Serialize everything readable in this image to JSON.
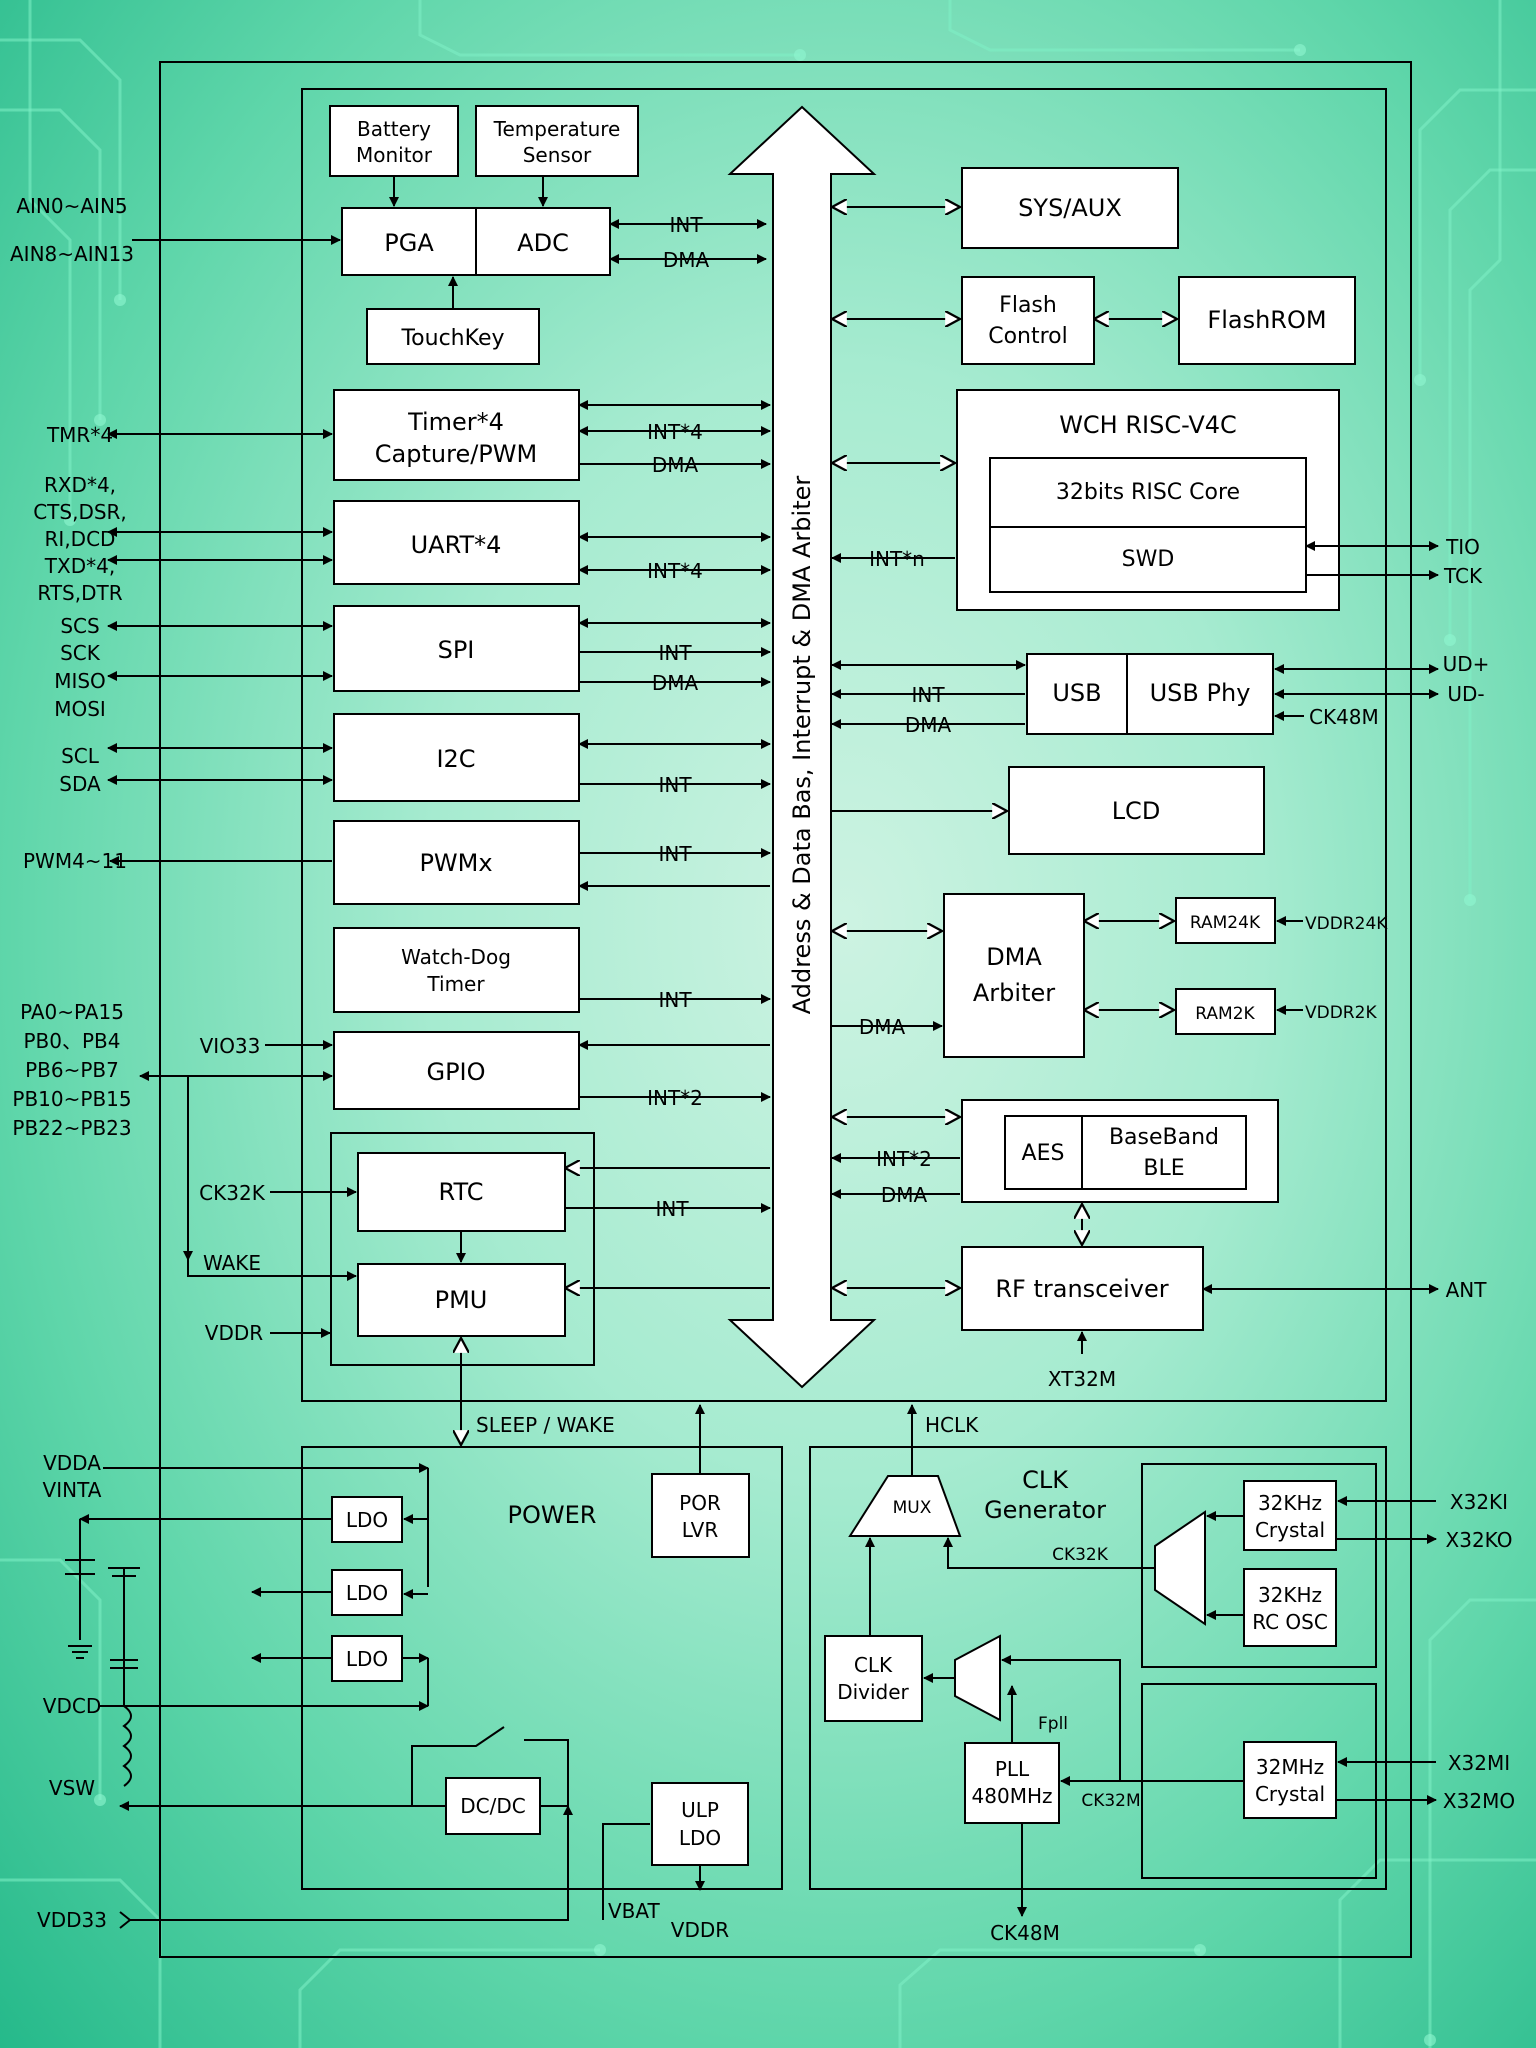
{
  "blocks": {
    "battery": [
      "Battery",
      "Monitor"
    ],
    "temp": [
      "Temperature",
      "Sensor"
    ],
    "pga": "PGA",
    "adc": "ADC",
    "touchkey": "TouchKey",
    "timer": [
      "Timer*4",
      "Capture/PWM"
    ],
    "uart": "UART*4",
    "spi": "SPI",
    "i2c": "I2C",
    "pwmx": "PWMx",
    "watchdog": [
      "Watch-Dog",
      "Timer"
    ],
    "gpio": "GPIO",
    "rtc": "RTC",
    "pmu": "PMU",
    "sysaux": "SYS/AUX",
    "flashctl": [
      "Flash",
      "Control"
    ],
    "flashrom": "FlashROM",
    "cpu": "WCH RISC-V4C",
    "core": "32bits RISC Core",
    "swd": "SWD",
    "usb": "USB",
    "usbphy": "USB Phy",
    "lcd": "LCD",
    "dma": [
      "DMA",
      "Arbiter"
    ],
    "ram24": "RAM24K",
    "ram2": "RAM2K",
    "aes": "AES",
    "baseband": [
      "BaseBand",
      "BLE"
    ],
    "rf": "RF transceiver",
    "bus": "Address & Data Bas, Interrupt & DMA Arbiter",
    "power": "POWER",
    "por": [
      "POR",
      "LVR"
    ],
    "ldo": "LDO",
    "dcdc": "DC/DC",
    "ulp": [
      "ULP",
      "LDO"
    ],
    "clkgen": [
      "CLK",
      "Generator"
    ],
    "mux": "MUX",
    "clkdiv": [
      "CLK",
      "Divider"
    ],
    "pll": [
      "PLL",
      "480MHz"
    ],
    "xt32k": [
      "32KHz",
      "Crystal"
    ],
    "osc32k": [
      "32KHz",
      "RC OSC"
    ],
    "xt32m": [
      "32MHz",
      "Crystal"
    ]
  },
  "signals": {
    "int": "INT",
    "int4": "INT*4",
    "int2": "INT*2",
    "intn": "INT*n",
    "dmasig": "DMA",
    "ck48m": "CK48M",
    "vddr24k": "VDDR24K",
    "vddr2k": "VDDR2K",
    "xt32m_in": "XT32M",
    "sleepwake": "SLEEP / WAKE",
    "hclk": "HCLK",
    "ck32k": "CK32K",
    "ck32m": "CK32M",
    "fpll": "Fpll",
    "vbat": "VBAT",
    "vddr": "VDDR"
  },
  "pins_left": {
    "ain": [
      "AIN0~AIN5",
      "AIN8~AIN13"
    ],
    "tmr": "TMR*4",
    "uart": [
      "RXD*4,",
      "CTS,DSR,",
      "RI,DCD",
      "TXD*4,",
      "RTS,DTR"
    ],
    "spi": [
      "SCS",
      "SCK",
      "MISO",
      "MOSI"
    ],
    "i2c": [
      "SCL",
      "SDA"
    ],
    "pwm": "PWM4~11",
    "pa": [
      "PA0~PA15",
      "PB0、PB4",
      "PB6~PB7",
      "PB10~PB15",
      "PB22~PB23"
    ],
    "vio33": "VIO33",
    "ck32k": "CK32K",
    "wake": "WAKE",
    "vddr": "VDDR",
    "vdda": "VDDA",
    "vinta": "VINTA",
    "vdcd": "VDCD",
    "vsw": "VSW",
    "vdd33": "VDD33"
  },
  "pins_right": {
    "tio": "TIO",
    "tck": "TCK",
    "udp": "UD+",
    "udm": "UD-",
    "ant": "ANT",
    "x32ki": "X32KI",
    "x32ko": "X32KO",
    "x32mi": "X32MI",
    "x32mo": "X32MO"
  }
}
